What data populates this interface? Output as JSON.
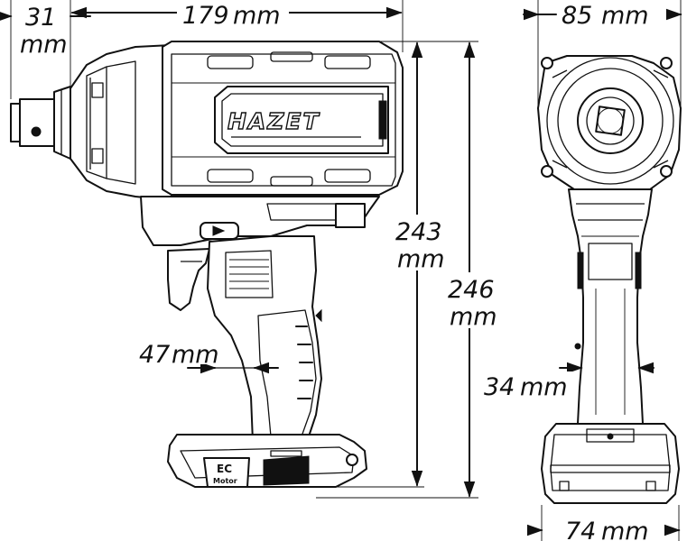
{
  "brand": {
    "logo_text": "HAZET",
    "badge_line1": "EC",
    "badge_line2": "Motor"
  },
  "dimensions": {
    "anvil_length": {
      "value": "31",
      "unit": "mm"
    },
    "overall_length": {
      "value": "179",
      "unit": "mm"
    },
    "head_width": {
      "value": "85",
      "unit": "mm"
    },
    "height_body": {
      "value": "243",
      "unit": "mm"
    },
    "height_total": {
      "value": "246",
      "unit": "mm"
    },
    "grip_depth": {
      "value": "47",
      "unit": "mm"
    },
    "grip_width": {
      "value": "34",
      "unit": "mm"
    },
    "base_width": {
      "value": "74",
      "unit": "mm"
    }
  }
}
